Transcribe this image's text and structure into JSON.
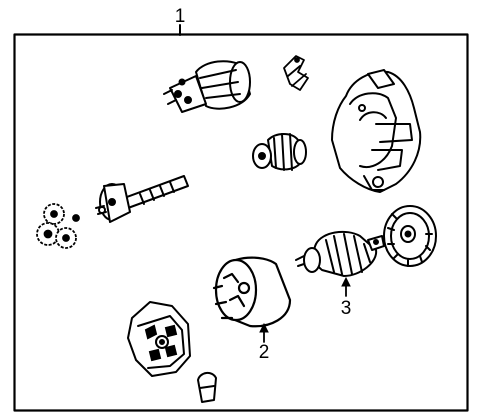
{
  "callouts": {
    "assembly": "1",
    "field_frame": "2",
    "armature": "3"
  }
}
